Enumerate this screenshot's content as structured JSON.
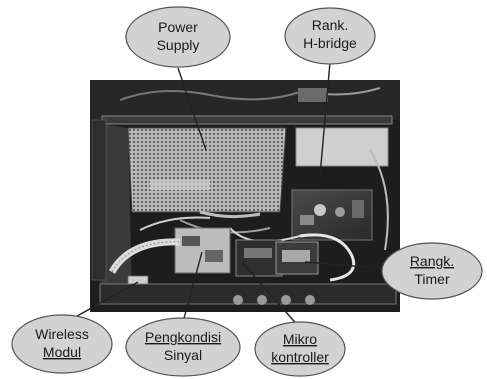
{
  "labels": {
    "power_supply": [
      "Power",
      "Supply"
    ],
    "h_bridge": [
      "Rank.",
      "H-bridge"
    ],
    "timer": [
      "Rangk.",
      "Timer"
    ],
    "wireless": [
      "Wireless",
      "Modul"
    ],
    "pengkondisi": [
      "Pengkondisi",
      "Sinyal"
    ],
    "mikro": [
      "Mikro",
      "kontroller"
    ]
  },
  "colors": {
    "bubble_fill": "#d2d2d2",
    "bubble_stroke": "#555555",
    "leader": "#222222"
  },
  "photo": {
    "description_icon": "circuit-board-photo"
  }
}
